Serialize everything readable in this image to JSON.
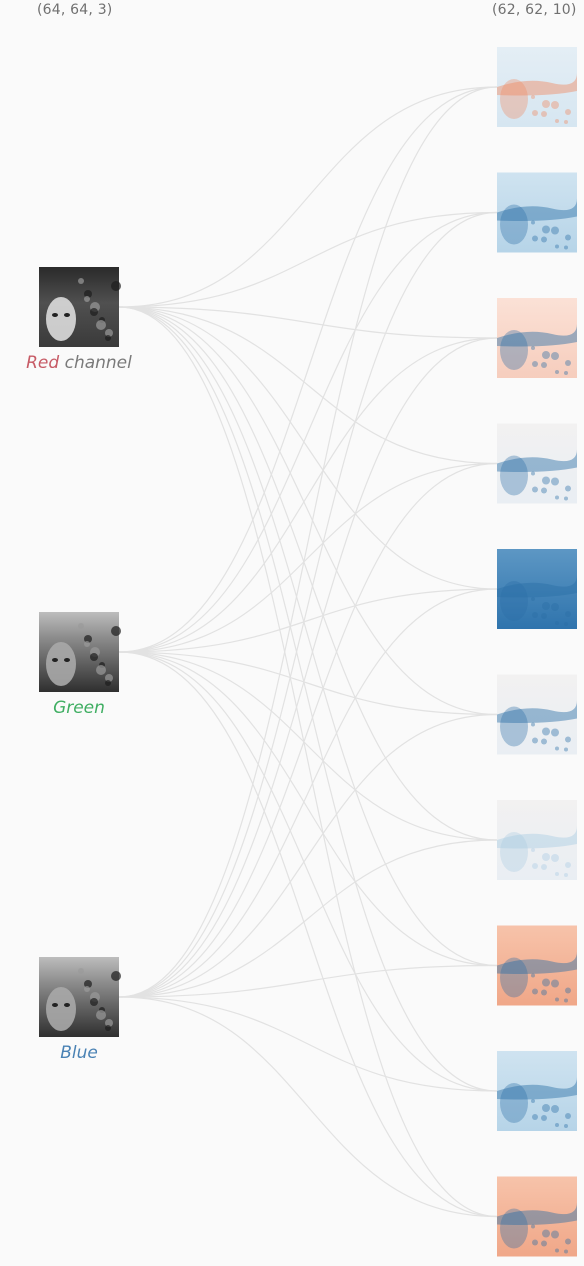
{
  "input_shape": "(64, 64, 3)",
  "output_shape": "(62, 62, 10)",
  "inputs": [
    {
      "label": "Red",
      "suffix": " channel",
      "color": "#c75b66",
      "tone": "red"
    },
    {
      "label": "Green",
      "suffix": "",
      "color": "#3fae62",
      "tone": "green"
    },
    {
      "label": "Blue",
      "suffix": "",
      "color": "#4a82b4",
      "tone": "blue"
    }
  ],
  "feature_maps": [
    {
      "tone": "light-blue",
      "accent": "red"
    },
    {
      "tone": "blue",
      "accent": "blue"
    },
    {
      "tone": "light-red",
      "accent": "blue"
    },
    {
      "tone": "faint",
      "accent": "blue"
    },
    {
      "tone": "dark-blue",
      "accent": "blue"
    },
    {
      "tone": "faint",
      "accent": "blue"
    },
    {
      "tone": "faint",
      "accent": "light-blue"
    },
    {
      "tone": "red",
      "accent": "blue"
    },
    {
      "tone": "blue",
      "accent": "blue"
    },
    {
      "tone": "red",
      "accent": "blue"
    }
  ],
  "colors": {
    "background": "#fafafa",
    "connection": "#e2e2e2",
    "diverging_neg": "#2166ac",
    "diverging_pos": "#f4a582"
  }
}
